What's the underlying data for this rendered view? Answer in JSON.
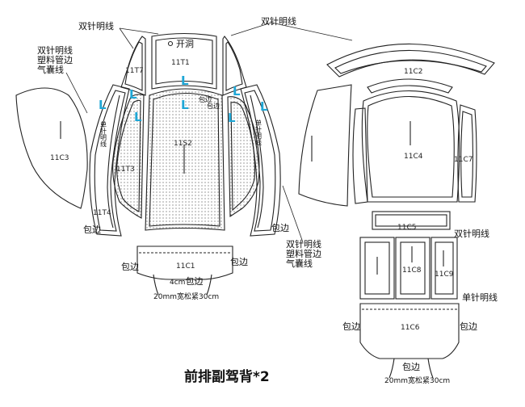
{
  "diagram": {
    "title": "前排副驾背*2",
    "colors": {
      "line": "#222222",
      "marker_l": "#1fa7d6",
      "dot": "#555555"
    },
    "labels": {
      "double_needle": "双针明线",
      "double_needle_b": "双针明线",
      "double_needle_c": "双针明线",
      "left_note_1": "双针明线",
      "left_note_2": "塑料管边",
      "left_note_3": "气囊线",
      "right_note_1": "双针明线",
      "right_note_2": "塑料管边",
      "right_note_3": "气囊线",
      "open_hole": "开洞",
      "wrap_edge_1": "包边",
      "wrap_edge_2": "包边",
      "wrap_edge_3": "包边",
      "wrap_edge_4": "包边",
      "wrap_edge_5": "包边",
      "wrap_edge_6": "包边",
      "wrap_edge_7": "包边",
      "elastic_1": "20mm宽松紧30cm",
      "elastic_2": "20mm宽松紧30cm",
      "single_needle": "单针明线",
      "vert_single_needle_l": "单针明线",
      "vert_single_needle_r": "单针明线",
      "vert_wrap_l": "包边",
      "vert_wrap_r": "包边",
      "marker": "L"
    },
    "parts": {
      "t1": "11T1",
      "t2": "11S2",
      "t3": "11T3",
      "t4": "11T4",
      "t7": "11T7",
      "c1": "11C1",
      "c2": "11C2",
      "c3": "11C3",
      "c4": "11C4",
      "c5": "11C5",
      "c6": "11C6",
      "c7": "11C7",
      "c8": "11C8",
      "c9": "11C9"
    }
  }
}
